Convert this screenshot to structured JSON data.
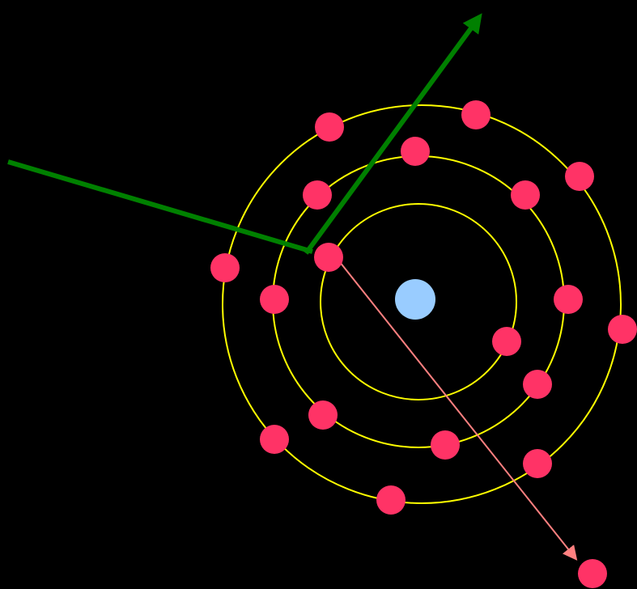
{
  "diagram": {
    "kind": "atom-photon-scattering",
    "colors": {
      "background": "#000000",
      "orbit": "#ffff00",
      "electron": "#ff3366",
      "nucleus": "#99ccff",
      "photon": "#008000",
      "ejected_electron_track": "#ff8080"
    },
    "shells": [
      {
        "name": "inner-shell",
        "electrons": 2
      },
      {
        "name": "middle-shell",
        "electrons": 8
      },
      {
        "name": "outer-shell",
        "electrons": 8
      }
    ],
    "ejected_electrons": 1,
    "incident_photon": {
      "icon": "photon-arrow"
    },
    "scattered_photon": {
      "icon": "photon-arrow"
    },
    "ejected_electron": {
      "icon": "electron-track-arrow"
    }
  }
}
